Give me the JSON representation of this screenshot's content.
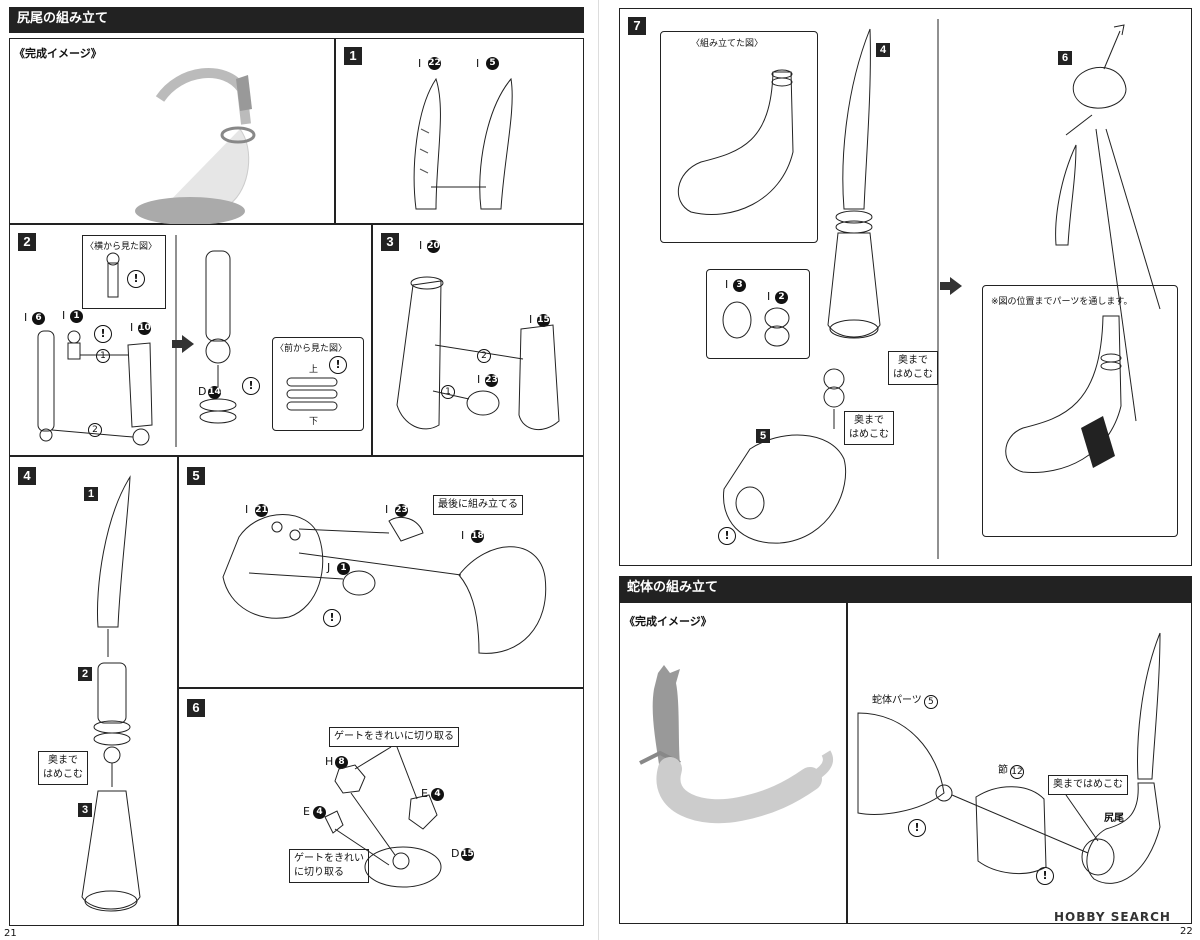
{
  "left_page": {
    "header": "尻尾の組み立て",
    "image_label": "《完成イメージ》",
    "steps": {
      "s1": "1",
      "s2": "2",
      "s3": "3",
      "s4": "4",
      "s5": "5",
      "s6": "6"
    },
    "step1": {
      "part_a": "I",
      "part_a_num": "22",
      "part_b": "I",
      "part_b_num": "5"
    },
    "step2": {
      "side_view": "〈横から見た図〉",
      "front_view": "〈前から見た図〉",
      "part_i6": "I",
      "part_i6_num": "6",
      "part_i1": "I",
      "part_i1_num": "1",
      "part_i10": "I",
      "part_i10_num": "10",
      "part_d14": "D",
      "part_d14_num": "14",
      "order1": "1",
      "order2": "2",
      "top": "上",
      "bottom": "下"
    },
    "step3": {
      "part_i20": "I",
      "part_i20_num": "20",
      "part_i15": "I",
      "part_i15_num": "15",
      "part_i23": "I",
      "part_i23_num": "23",
      "order1": "1",
      "order2": "2"
    },
    "step4": {
      "sub1": "1",
      "sub2": "2",
      "sub3": "3",
      "callout": "奥まで\nはめこむ"
    },
    "step5": {
      "part_i21": "I",
      "part_i21_num": "21",
      "part_i23": "I",
      "part_i23_num": "23",
      "part_j1": "J",
      "part_j1_num": "1",
      "part_i18": "I",
      "part_i18_num": "18",
      "callout": "最後に組み立てる"
    },
    "step6": {
      "callout_top": "ゲートをきれいに切り取る",
      "callout_bottom": "ゲートをきれい\nに切り取る",
      "part_h8": "H",
      "part_h8_num": "8",
      "part_e4a": "E",
      "part_e4a_num": "4",
      "part_e4b": "E",
      "part_e4b_num": "4",
      "part_d15": "D",
      "part_d15_num": "15"
    },
    "page_number": "21"
  },
  "right_page": {
    "steps": {
      "s7": "7",
      "s4": "4",
      "s5": "5",
      "s6": "6"
    },
    "assembled_view": "〈組み立てた図〉",
    "part_i3": "I",
    "part_i3_num": "3",
    "part_i2": "I",
    "part_i2_num": "2",
    "callout_push1": "奥まで\nはめこむ",
    "callout_push2": "奥まで\nはめこむ",
    "pass_note": "※図の位置までパーツを通します。",
    "header2": "蛇体の組み立て",
    "image_label2": "《完成イメージ》",
    "snake_part": "蛇体パーツ",
    "snake_part_num": "5",
    "joint": "節",
    "joint_num": "12",
    "push_all": "奥まではめこむ",
    "tail_label": "尻尾",
    "page_number": "22",
    "watermark": "HOBBY SEARCH"
  }
}
